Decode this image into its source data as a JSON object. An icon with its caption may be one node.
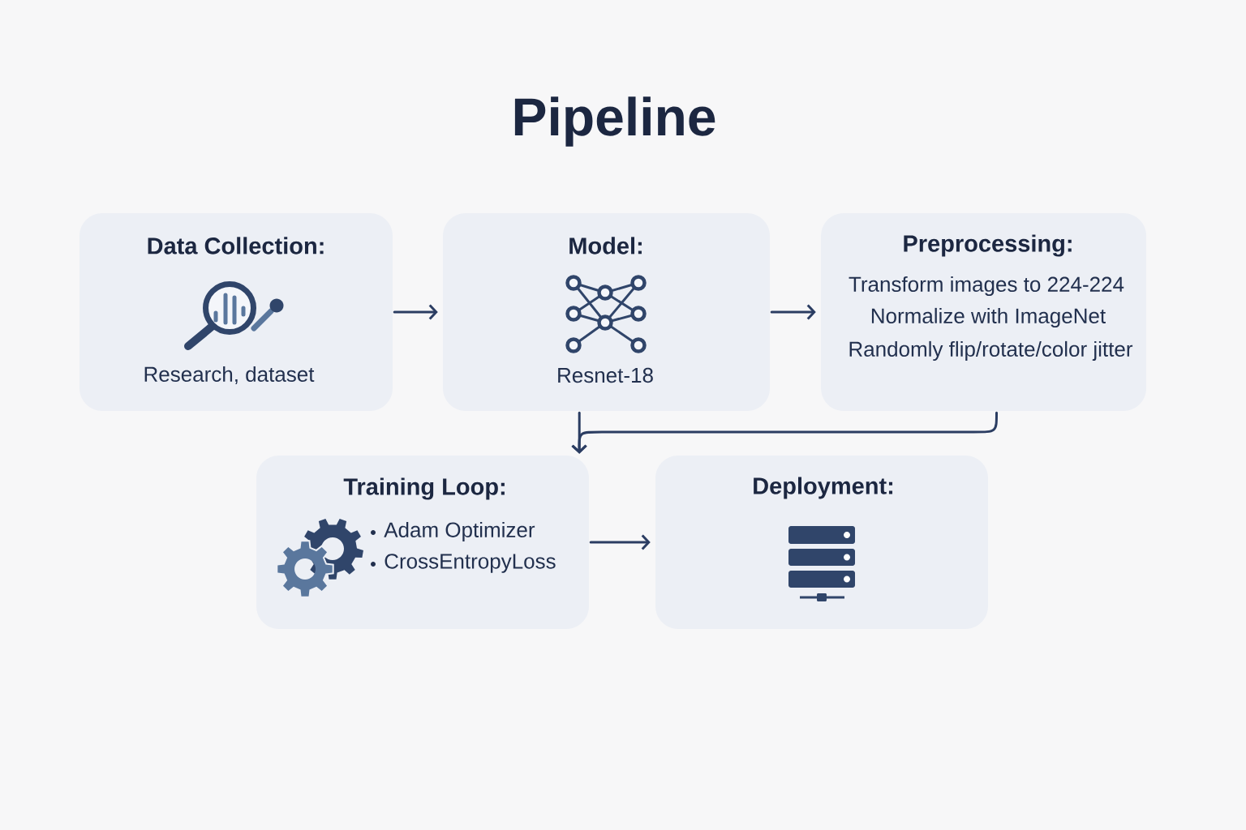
{
  "diagram": {
    "title": "Pipeline",
    "nodes": [
      {
        "text": [
          "Data Collection:",
          "Research, dataset"
        ]
      },
      {
        "text": [
          "Model:",
          "Resnet-18"
        ]
      },
      {
        "text": [
          "Preprocessing:",
          "Transform images to 224-224",
          "Normalize with ImageNet",
          "Randomly flip/rotate/color jitter"
        ]
      },
      {
        "text": [
          "Training Loop:",
          "Adam Optimizer",
          "CrossEntropyLoss"
        ]
      },
      {
        "text": [
          "Deployment:"
        ]
      }
    ],
    "edges": [
      {
        "from": 0,
        "to": 1,
        "arrow": "to"
      },
      {
        "from": 1,
        "to": 2,
        "arrow": "to"
      },
      {
        "from": 1,
        "to": 3,
        "arrow": "to"
      },
      {
        "from": 2,
        "to": 3,
        "arrow": "to"
      },
      {
        "from": 3,
        "to": 4,
        "arrow": "to"
      }
    ]
  }
}
